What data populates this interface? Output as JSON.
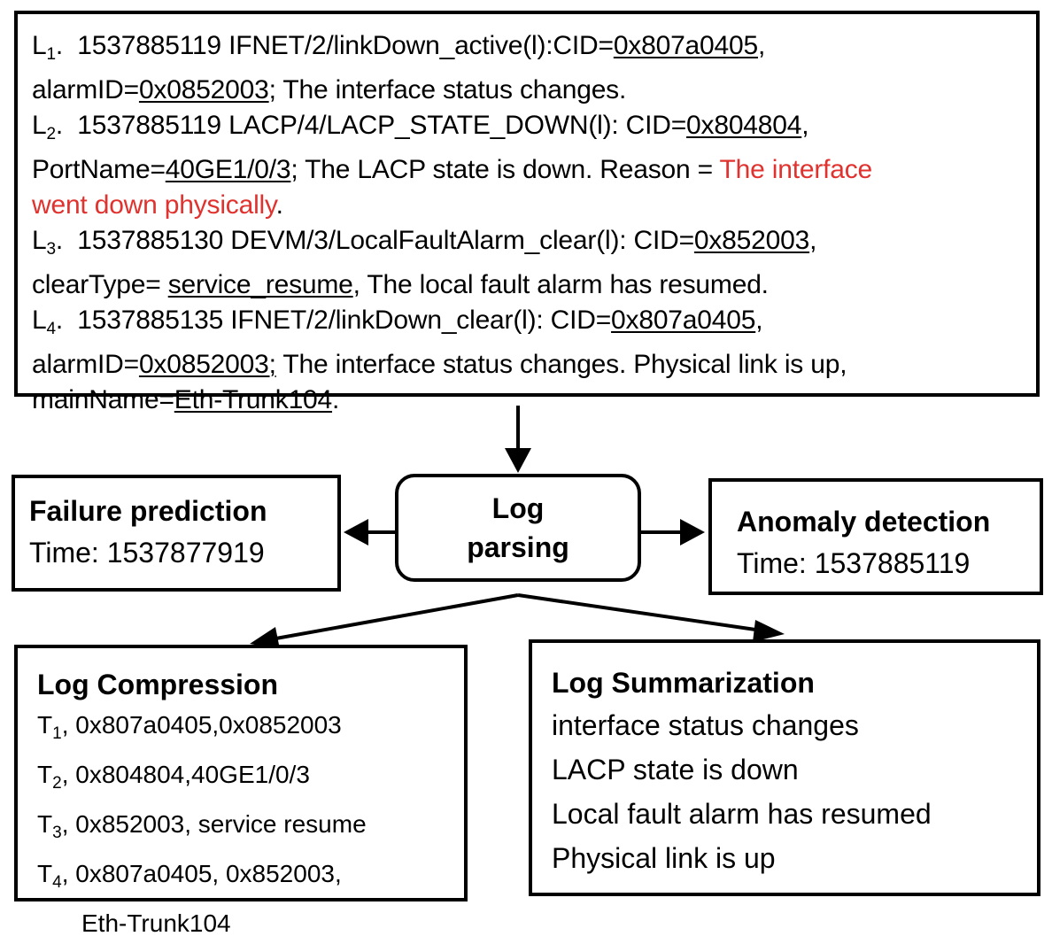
{
  "log_lines": [
    {
      "label": "L",
      "index": "1",
      "sep": ".",
      "time": "1537885119",
      "event": "IFNET/2/linkDown_active(l):CID=",
      "cid": "0x807a0405",
      "c1": ",",
      "l2_key": "alarmID=",
      "l2_val": "0x0852003",
      "l2_rest": "; The interface status changes."
    },
    {
      "label": "L",
      "index": "2",
      "sep": ".",
      "time": "1537885119",
      "event": "LACP/4/LACP_STATE_DOWN(l): CID=",
      "cid": "0x804804",
      "c1": ",",
      "l2_key": "PortName=",
      "l2_val": "40GE1/0/3",
      "l2_rest": "; The LACP state is down. Reason = ",
      "l2_red": "The interface",
      "l3_red": "went down physically",
      "l3_rest": "."
    },
    {
      "label": "L",
      "index": "3",
      "sep": ".",
      "time": "1537885130",
      "event": "DEVM/3/LocalFaultAlarm_clear(l): CID=",
      "cid": "0x852003",
      "c1": ",",
      "l2_key": "clearType= ",
      "l2_val": "service_resume",
      "l2_rest": ",  The local fault alarm has resumed."
    },
    {
      "label": "L",
      "index": "4",
      "sep": ".",
      "time": "1537885135",
      "event": "IFNET/2/linkDown_clear(l): CID=",
      "cid": "0x807a0405",
      "c1": ",",
      "l2_key": "alarmID=",
      "l2_val": "0x0852003;",
      "l2_rest": " The interface status changes. Physical link is up,",
      "l3_key": "mainName=",
      "l3_val": "Eth-Trunk104",
      "l3_rest": "."
    }
  ],
  "center": {
    "line1": "Log",
    "line2": "parsing"
  },
  "failure_prediction": {
    "title": "Failure prediction",
    "time": "Time: 1537877919"
  },
  "anomaly_detection": {
    "title": "Anomaly detection",
    "time": "Time: 1537885119"
  },
  "log_compression": {
    "title": "Log Compression",
    "items": [
      {
        "t": "T",
        "idx": "1",
        "text": ", 0x807a0405,0x0852003"
      },
      {
        "t": "T",
        "idx": "2",
        "text": ", 0x804804,40GE1/0/3"
      },
      {
        "t": "T",
        "idx": "3",
        "text": ", 0x852003, service resume"
      },
      {
        "t": "T",
        "idx": "4",
        "text": ", 0x807a0405, 0x852003,"
      }
    ],
    "continuation": "Eth-Trunk104"
  },
  "log_summarization": {
    "title": "Log Summarization",
    "items": [
      "interface status changes",
      "LACP state is down",
      "Local fault alarm has resumed",
      "Physical link is up"
    ]
  }
}
